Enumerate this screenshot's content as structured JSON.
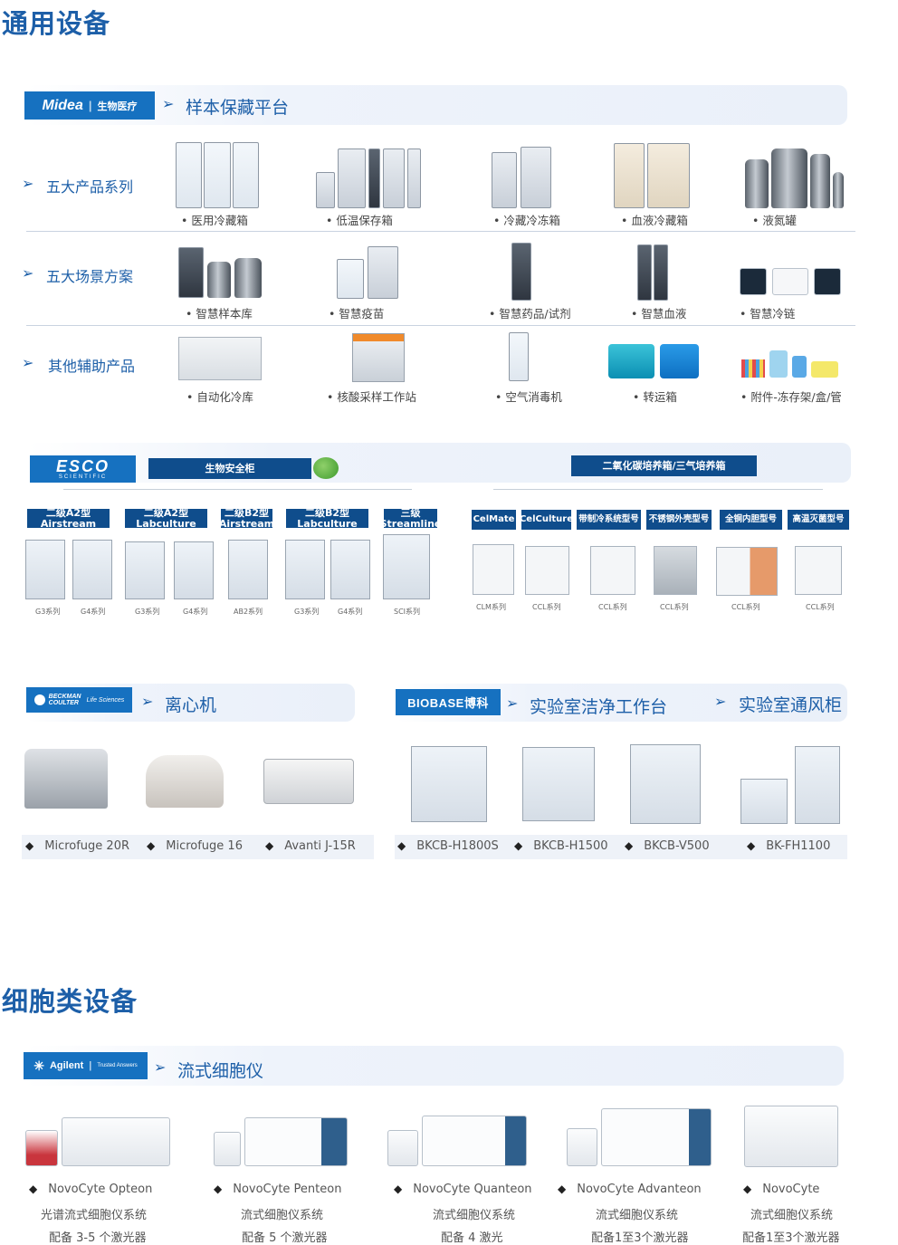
{
  "section1_title": "通用设备",
  "section2_title": "细胞类设备",
  "midea": {
    "logo": "Midea",
    "logo_sub": "生物医疗",
    "band_title": "样本保藏平台",
    "rows": [
      {
        "title": "五大产品系列",
        "items": [
          "医用冷藏箱",
          "低温保存箱",
          "冷藏冷冻箱",
          "血液冷藏箱",
          "液氮罐"
        ]
      },
      {
        "title": "五大场景方案",
        "items": [
          "智慧样本库",
          "智慧疫苗",
          "智慧药品/试剂",
          "智慧血液",
          "智慧冷链"
        ]
      },
      {
        "title": "其他辅助产品",
        "items": [
          "自动化冷库",
          "核酸采样工作站",
          "空气消毒机",
          "转运箱",
          "附件-冻存架/盒/管"
        ]
      }
    ],
    "bullet": "•"
  },
  "esco": {
    "logo": "ESCO",
    "logo_sub": "SCIENTIFIC",
    "bsc_title": "生物安全柜",
    "co2_title": "二氧化碳培养箱/三气培养箱",
    "bsc_groups": [
      {
        "line1": "二级A2型",
        "line2": "Airstream",
        "models": [
          "G3系列",
          "G4系列"
        ]
      },
      {
        "line1": "二级A2型",
        "line2": "Labculture",
        "models": [
          "G3系列",
          "G4系列"
        ]
      },
      {
        "line1": "二级B2型",
        "line2": "Airstream",
        "models": [
          "AB2系列"
        ]
      },
      {
        "line1": "二级B2型",
        "line2": "Labculture",
        "models": [
          "G3系列",
          "G4系列"
        ]
      },
      {
        "line1": "三级",
        "line2": "Streamline",
        "models": [
          "SCI系列"
        ]
      }
    ],
    "incubators": [
      {
        "header": "CelMate",
        "model": "CLM系列"
      },
      {
        "header": "CelCulture",
        "model": "CCL系列"
      },
      {
        "header": "带制冷系统型号",
        "model": "CCL系列"
      },
      {
        "header": "不锈钢外壳型号",
        "model": "CCL系列"
      },
      {
        "header": "全铜内胆型号",
        "model": "CCL系列"
      },
      {
        "header": "高温灭菌型号",
        "model": "CCL系列"
      }
    ]
  },
  "beckman": {
    "logo": "BECKMAN COULTER",
    "logo_sub": "Life Sciences",
    "band_title": "离心机",
    "items": [
      "Microfuge 20R",
      "Microfuge 16",
      "Avanti J-15R"
    ]
  },
  "biobase": {
    "logo": "BIOBASE博科",
    "band_title_1": "实验室洁净工作台",
    "band_title_2": "实验室通风柜",
    "items": [
      "BKCB-H1800S",
      "BKCB-H1500",
      "BKCB-V500",
      "BK-FH1100"
    ]
  },
  "agilent": {
    "logo": "Agilent",
    "logo_sub": "Trusted Answers",
    "band_title": "流式细胞仪",
    "items": [
      {
        "name": "NovoCyte Opteon",
        "desc": "光谱流式细胞仪系统",
        "spec": "配备 3-5 个激光器"
      },
      {
        "name": "NovoCyte Penteon",
        "desc": "流式细胞仪系统",
        "spec": "配备 5 个激光器"
      },
      {
        "name": "NovoCyte Quanteon",
        "desc": "流式细胞仪系统",
        "spec": "配备 4 激光"
      },
      {
        "name": "NovoCyte Advanteon",
        "desc": "流式细胞仪系统",
        "spec": "配备1至3个激光器"
      },
      {
        "name": "NovoCyte",
        "desc": "流式细胞仪系统",
        "spec": "配备1至3个激光器"
      }
    ]
  },
  "colors": {
    "brand_blue": "#1d5fa8",
    "logo_blue": "#1671c0",
    "esco_navy": "#0f4d8c"
  },
  "icons": {
    "arrow": "➢",
    "diamond": "◆"
  }
}
